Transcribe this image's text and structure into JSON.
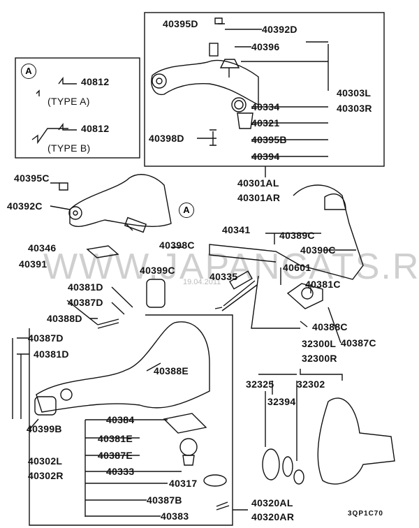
{
  "watermark": "WWW.JAPANCATS.RU",
  "watermark_date": "19.04.2011",
  "diagram_code": "3QP1C70",
  "callout_a": "A",
  "type_box": {
    "label_a_part": "40812",
    "type_a": "(TYPE A)",
    "label_b_part": "40812",
    "type_b": "(TYPE B)"
  },
  "labels": [
    "40395D",
    "40392D",
    "40396",
    "40303L",
    "40303R",
    "40334",
    "40321",
    "40398D",
    "40395B",
    "40394",
    "40301AL",
    "40301AR",
    "40395C",
    "40392C",
    "40398C",
    "40346",
    "40391",
    "40341",
    "40389C",
    "40390C",
    "40399C",
    "40335",
    "40601",
    "40381C",
    "40381D",
    "40387D",
    "40388D",
    "40388C",
    "40387C",
    "40387D",
    "40381D",
    "40388E",
    "32300L",
    "32300R",
    "32325",
    "32302",
    "32394",
    "40399B",
    "40384",
    "40381E",
    "40387E",
    "40302L",
    "40302R",
    "40333",
    "40317",
    "40387B",
    "40383",
    "40320AL",
    "40320AR"
  ]
}
